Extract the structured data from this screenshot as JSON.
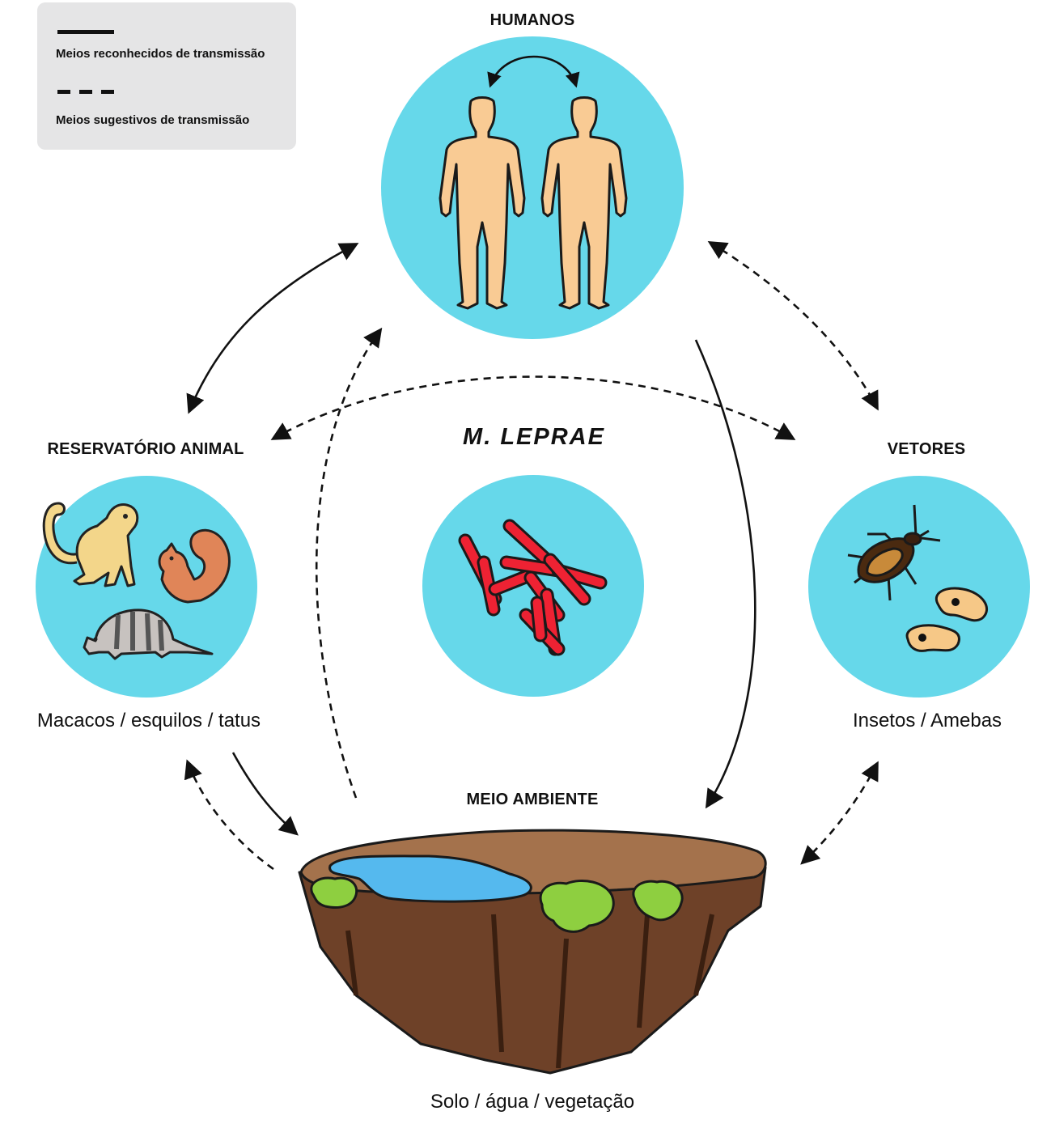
{
  "legend": {
    "solid_label": "Meios reconhecidos de transmissão",
    "dashed_label": "Meios sugestivos de transmissão"
  },
  "nodes": {
    "humans": {
      "title": "HUMANOS",
      "icon": "human-figures-icon"
    },
    "animal_reservoir": {
      "title": "RESERVATÓRIO ANIMAL",
      "caption": "Macacos / esquilos / tatus",
      "icon": "monkey-squirrel-armadillo-icon"
    },
    "center": {
      "title": "M. LEPRAE",
      "icon": "bacilli-icon"
    },
    "vectors": {
      "title": "VETORES",
      "caption": "Insetos / Amebas",
      "icon": "insect-amoeba-icon"
    },
    "environment": {
      "title": "MEIO AMBIENTE",
      "caption": "Solo / água / vegetação",
      "icon": "floating-island-icon"
    }
  },
  "edges": [
    {
      "from": "humans",
      "to": "humans",
      "type": "recognized",
      "direction": "both"
    },
    {
      "from": "humans",
      "to": "animal_reservoir",
      "type": "recognized",
      "direction": "both"
    },
    {
      "from": "humans",
      "to": "vectors",
      "type": "suggested",
      "direction": "both"
    },
    {
      "from": "animal_reservoir",
      "to": "vectors",
      "type": "suggested",
      "direction": "both"
    },
    {
      "from": "environment",
      "to": "humans",
      "type": "suggested",
      "direction": "forward"
    },
    {
      "from": "humans",
      "to": "environment",
      "type": "recognized",
      "direction": "forward"
    },
    {
      "from": "animal_reservoir",
      "to": "environment",
      "type": "recognized",
      "direction": "forward"
    },
    {
      "from": "environment",
      "to": "animal_reservoir",
      "type": "suggested",
      "direction": "forward"
    },
    {
      "from": "vectors",
      "to": "environment",
      "type": "suggested",
      "direction": "both"
    }
  ],
  "colors": {
    "circle": "#66d8ea",
    "skin": "#f9cb94",
    "bacilli": "#ee2233",
    "soil_top": "#a4724c",
    "soil_side": "#6e4128",
    "water": "#55b9ee",
    "vegetation": "#8ecf40",
    "legend_bg": "#e5e5e6"
  }
}
